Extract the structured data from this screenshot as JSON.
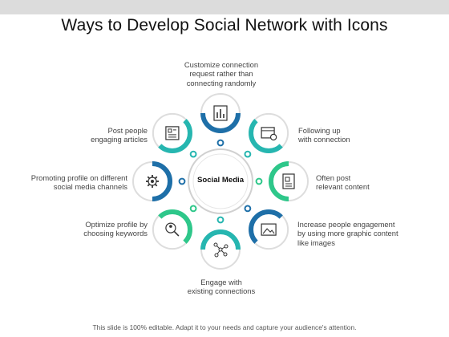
{
  "title": "Ways to Develop Social Network with Icons",
  "center": {
    "label": "Social Media"
  },
  "nodes": [
    {
      "label_line1": "Customize connection",
      "label_line2": "request rather than",
      "label_line3": "connecting randomly",
      "icon": "chart-icon",
      "accent": "#1e6fa8"
    },
    {
      "label_line1": "Following up",
      "label_line2": "with connection",
      "label_line3": "",
      "icon": "browser-settings-icon",
      "accent": "#26b6b0"
    },
    {
      "label_line1": "Often post",
      "label_line2": "relevant  content",
      "label_line3": "",
      "icon": "webpage-icon",
      "accent": "#2ec78a"
    },
    {
      "label_line1": "Increase people engagement",
      "label_line2": "by using more graphic content",
      "label_line3": "like images",
      "icon": "image-icon",
      "accent": "#1e6fa8"
    },
    {
      "label_line1": "Engage with",
      "label_line2": "existing connections",
      "label_line3": "",
      "icon": "network-icon",
      "accent": "#26b6b0"
    },
    {
      "label_line1": "Optimize profile by",
      "label_line2": "choosing keywords",
      "label_line3": "",
      "icon": "profile-search-icon",
      "accent": "#2ec78a"
    },
    {
      "label_line1": "Promoting profile on different",
      "label_line2": "social media channels",
      "label_line3": "",
      "icon": "settings-icon",
      "accent": "#1e6fa8"
    },
    {
      "label_line1": "Post people",
      "label_line2": "engaging articles",
      "label_line3": "",
      "icon": "article-icon",
      "accent": "#26b6b0"
    }
  ],
  "footer": "This slide is 100% editable. Adapt it to your needs and capture your audience's attention.",
  "colors": {
    "blue": "#1e6fa8",
    "teal": "#26b6b0",
    "green": "#2ec78a",
    "ring": "#cfcfcf"
  }
}
